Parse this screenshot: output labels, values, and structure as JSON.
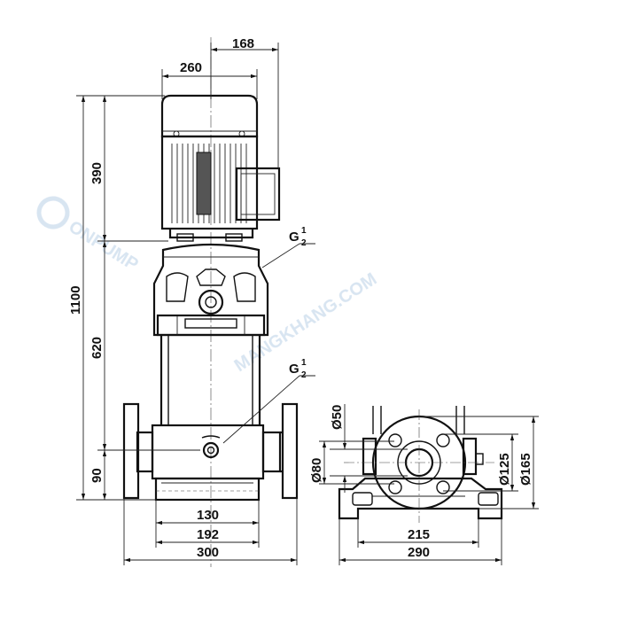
{
  "dimensions": {
    "top_offset": "168",
    "top_width": "260",
    "motor_height": "390",
    "total_height": "1100",
    "pump_height": "620",
    "base_height": "90",
    "inner_base": "130",
    "mid_base": "192",
    "overall_width": "300",
    "inlet_diameter": "Ø50",
    "flange_inner": "Ø80",
    "bolt_circle": "Ø125",
    "flange_outer": "Ø165",
    "base_hole_spacing": "215",
    "base_width": "290"
  },
  "labels": {
    "port_upper_main": "G",
    "port_upper_sup": "1",
    "port_upper_sub": "2",
    "port_lower_main": "G",
    "port_lower_sup": "1",
    "port_lower_sub": "2"
  },
  "watermark": {
    "text": "MANGKHANG.COM",
    "logo_text": "ONPUMP",
    "color": "#b9cfe6"
  }
}
